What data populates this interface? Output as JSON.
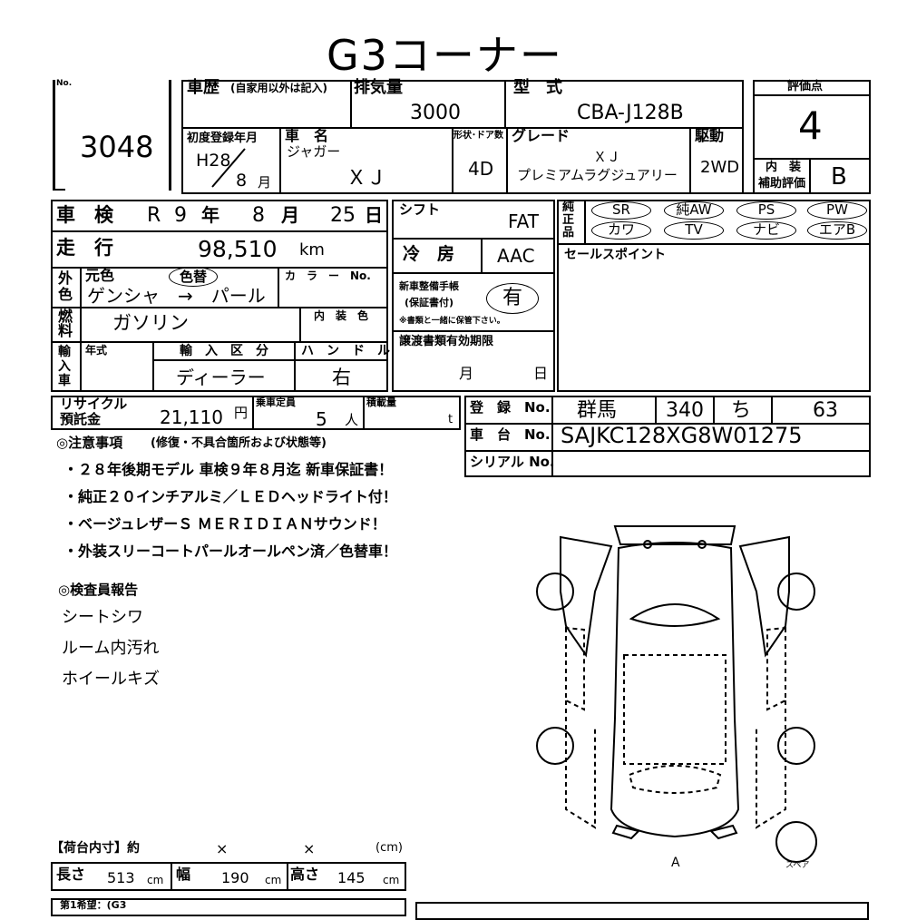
{
  "title": "G3コーナー",
  "lot": {
    "label": "No.",
    "number": "3048"
  },
  "header": {
    "history_label": "車歴",
    "history_note": "(自家用以外は記入)",
    "displacement_label": "排気量",
    "displacement": "3000",
    "model_code_label": "型　式",
    "model_code": "CBA-J128B",
    "first_reg_label": "初度登録年月",
    "first_reg_year": "H28",
    "first_reg_month": "8",
    "month_unit": "月",
    "car_name_label": "車　名",
    "maker": "ジャガー",
    "car_name": "ＸＪ",
    "doors_label": "形状･ドア数",
    "doors": "4D",
    "grade_label": "グレード",
    "grade_line1": "ＸＪ",
    "grade_line2": "プレミアムラグジュアリー",
    "drive_label": "駆動",
    "drive": "2WD",
    "score_label": "評価点",
    "score": "4",
    "interior_label_1": "内　装",
    "interior_label_2": "補助評価",
    "interior_grade": "B"
  },
  "inspection": {
    "label": "車　検",
    "era": "R",
    "year": "9",
    "year_unit": "年",
    "month": "8",
    "month_unit": "月",
    "day": "25",
    "day_unit": "日"
  },
  "mileage": {
    "label": "走　行",
    "value": "98,510",
    "unit": "km"
  },
  "color": {
    "side_label": "外色",
    "orig_label": "元色",
    "changed_badge": "色替",
    "from_to": "ゲンシャ　→　パール",
    "color_no_label": "カ　ラ　ー　No.",
    "interior_color_label": "内　装　色"
  },
  "fuel": {
    "label": "燃料",
    "value": "ガソリン"
  },
  "import": {
    "side_label": "輸入車",
    "year_label": "年式",
    "type_label": "輸　入　区　分",
    "type": "ディーラー",
    "handle_label": "ハ　ン　ド　ル",
    "handle": "右"
  },
  "shift": {
    "label": "シフト",
    "value": "FAT"
  },
  "aircon": {
    "label": "冷　房",
    "value": "AAC"
  },
  "warranty": {
    "label_1": "新車整備手帳",
    "label_2": "(保証書付)",
    "value": "有",
    "note": "※書類と一緒に保管下さい。"
  },
  "transfer": {
    "label": "譲渡書類有効期限",
    "month_unit": "月",
    "day_unit": "日"
  },
  "equipment": {
    "label": "純正品",
    "items": [
      "SR",
      "純AW",
      "PS",
      "PW",
      "カワ",
      "TV",
      "ナビ",
      "エアB"
    ]
  },
  "sales_point_label": "セールスポイント",
  "recycle": {
    "label_1": "リサイクル",
    "label_2": "預託金",
    "value": "21,110",
    "unit": "円"
  },
  "capacity": {
    "label": "乗車定員",
    "value": "5",
    "unit": "人"
  },
  "load": {
    "label": "積載量",
    "unit": "t"
  },
  "registration": {
    "label": "登　録　No.",
    "region": "群馬",
    "class": "340",
    "kana": "ち",
    "number": "63"
  },
  "chassis": {
    "label": "車　台　No.",
    "value": "SAJKC128XG8W01275"
  },
  "serial": {
    "label": "シリアル No."
  },
  "notes": {
    "title": "◎注意事項",
    "title_note": "(修復・不具合箇所および状態等)",
    "items": [
      "・２８年後期モデル 車検９年８月迄 新車保証書！",
      "・純正２０インチアルミ／ＬＥＤヘッドライト付！",
      "・ベージュレザーＳ ＭＥＲＩＤＩＡＮサウンド！",
      "・外装スリーコートパールオールペン済／色替車！"
    ]
  },
  "inspector": {
    "title": "◎検査員報告",
    "items": [
      "シートシワ",
      "ルーム内汚れ",
      "ホイールキズ"
    ]
  },
  "cargo": {
    "label": "【荷台内寸】約",
    "x1": "×",
    "x2": "×",
    "unit": "(cm)",
    "length_label": "長さ",
    "length": "513",
    "width_label": "幅",
    "width": "190",
    "height_label": "高さ",
    "height": "145",
    "cm": "cm"
  },
  "diagram": {
    "front_label": "A",
    "spare_label": "スペア"
  },
  "bottom_stub": "第1希望：(G3"
}
